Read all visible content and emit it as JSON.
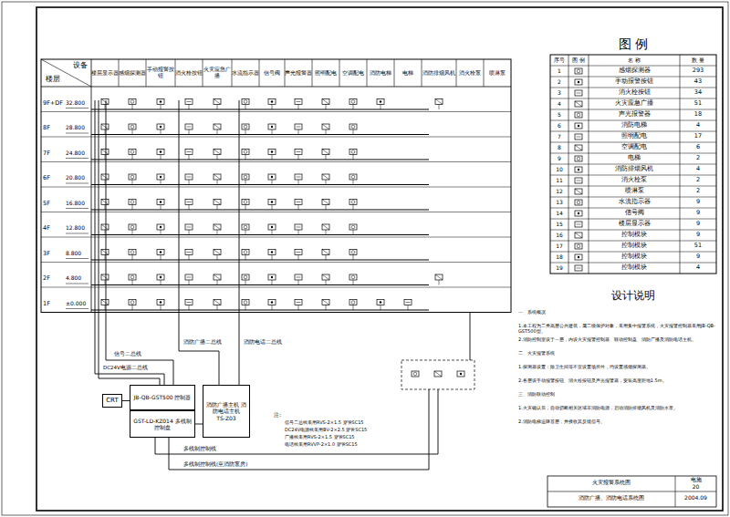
{
  "diagram": {
    "nodes": [
      {
        "text": [
          "CRT"
        ]
      },
      {
        "text": [
          "JB-QB-GST500 控制器"
        ]
      },
      {
        "text": [
          "GST-LD-KZ014 多线制控制盘"
        ]
      },
      {
        "text": [
          "消防广播主机 消防电话主机",
          "TS-Z03"
        ]
      }
    ],
    "edges": [
      {
        "from": 0,
        "to": 1,
        "arrow": "none"
      },
      {
        "from": 2,
        "to": 3,
        "arrow": "none"
      }
    ],
    "labels": [
      "设备",
      "楼层",
      "楼层显示器",
      "感烟探测器",
      "手动报警按钮",
      "消火栓按钮",
      "火灾应急广播",
      "水流指示器",
      "信号阀",
      "声光报警器",
      "照明配电",
      "空调配电",
      "消防电梯",
      "电梯",
      "消防排烟风机",
      "消火栓泵",
      "喷淋泵",
      "9F+DF",
      "8F",
      "7F",
      "6F",
      "5F",
      "4F",
      "3F",
      "2F",
      "1F",
      "32.800",
      "28.800",
      "24.800",
      "20.800",
      "16.800",
      "12.800",
      "8.800",
      "4.800",
      "±0.000",
      "图 例",
      "序号",
      "图 例",
      "名 称",
      "数 量",
      "1",
      "感烟探测器",
      "293",
      "2",
      "手动报警按钮",
      "43",
      "3",
      "消火栓按钮",
      "34",
      "4",
      "火灾应急广播",
      "51",
      "5",
      "声光报警器",
      "18",
      "6",
      "消防电梯",
      "4",
      "7",
      "照明配电",
      "17",
      "8",
      "空调配电",
      "6",
      "9",
      "电梯",
      "2",
      "10",
      "消防排烟风机",
      "4",
      "11",
      "消火栓泵",
      "2",
      "12",
      "喷淋泵",
      "2",
      "13",
      "水流指示器",
      "9",
      "14",
      "信号阀",
      "9",
      "15",
      "楼层显示器",
      "9",
      "16",
      "控制模块",
      "9",
      "17",
      "控制模块",
      "51",
      "18",
      "控制模块",
      "9",
      "19",
      "控制模块",
      "4",
      "设计说明",
      "一、系统概况",
      "1.本工程为二类高层公共建筑，属二级保护对象，采用集中报警系统，火灾报警控制器采用JB-QB-GST500型。",
      "2.消防控制室设于一层，内设火灾报警控制器、联动控制盘、消防广播及消防电话主机。",
      "二、火灾报警系统",
      "1.探测器设置：除卫生间等不宜设置场所外，均设置感烟探测器。",
      "2.各层设手动报警按钮、消火栓按钮及声光报警器，安装高度距地1.5m。",
      "三、消防联动控制",
      "1.火灾确认后，自动切断相关区域非消防电源，启动消防排烟风机及消防水泵。",
      "2.消防电梯迫降首层，并接收其反馈信号。",
      "DC24V电源二总线",
      "信号二总线",
      "消防广播二总线",
      "消防电话二总线",
      "多线制控制线",
      "多线制控制线(至消防泵房)",
      "注:",
      "信号二总线采用RVS-2×1.5 穿管SC15",
      "DC24V电源线采用BV-2×2.5 穿管SC15",
      "广播线采用RVS-2×1.5 穿管SC15",
      "电话线采用RVVP-2×1.0 穿管SC15",
      "火灾报警系统图",
      "消防广播、消防电话系统图",
      "电施",
      "20",
      "2004.09"
    ]
  }
}
